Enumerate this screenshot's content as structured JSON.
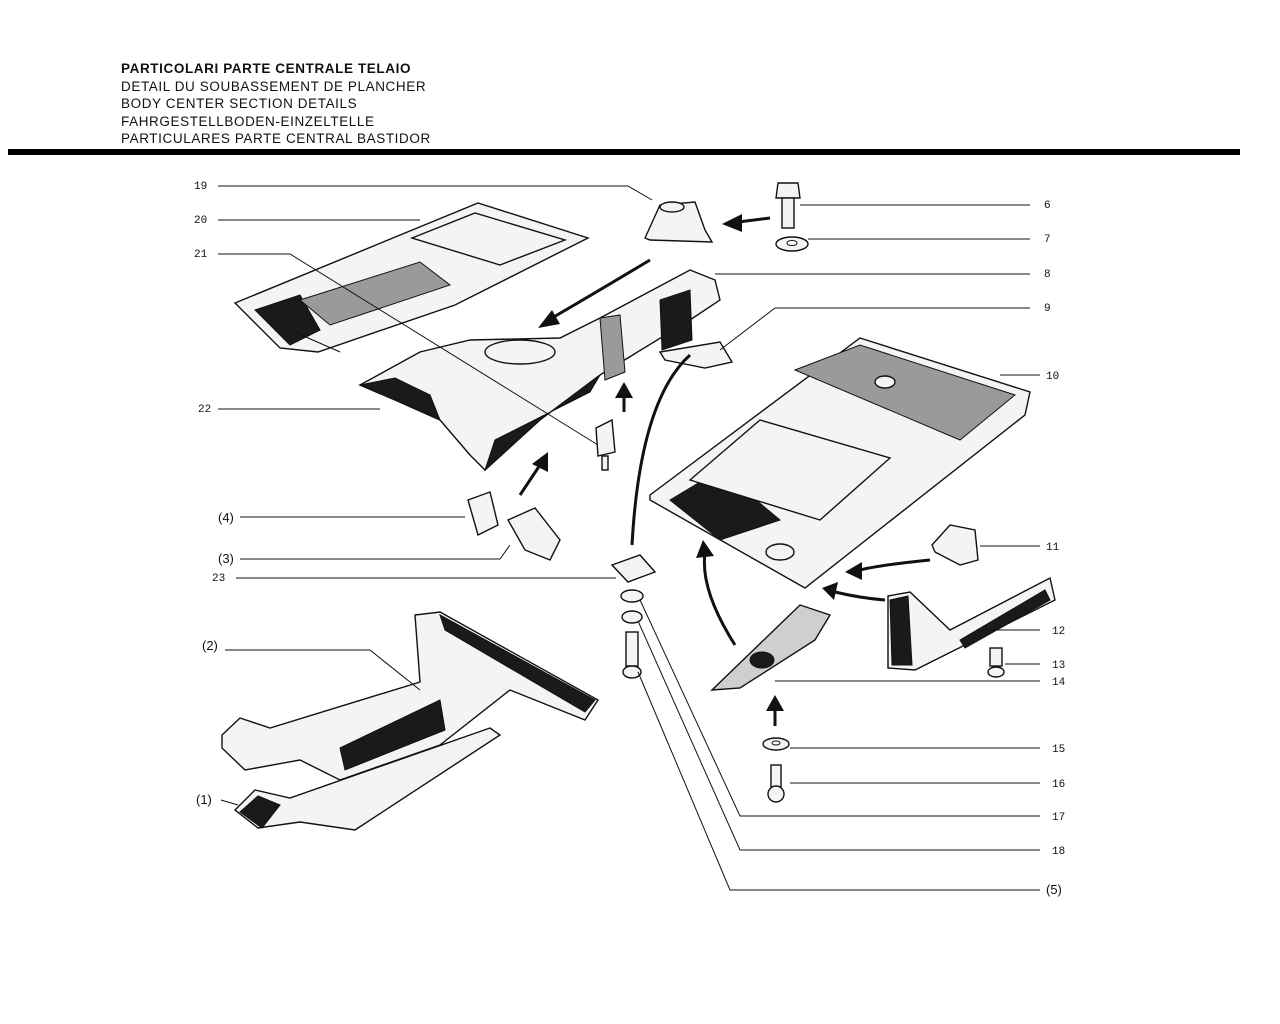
{
  "title": {
    "line_it": "PARTICOLARI PARTE CENTRALE TELAIO",
    "line_fr": "DETAIL DU SOUBASSEMENT DE PLANCHER",
    "line_en": "BODY CENTER SECTION DETAILS",
    "line_de": "FAHRGESTELLBODEN-EINZELTELLE",
    "line_es": "PARTICULARES PARTE CENTRAL BASTIDOR"
  },
  "callouts": {
    "c19": "19",
    "c20": "20",
    "c21": "21",
    "c22": "22",
    "c4": "(4)",
    "c3": "(3)",
    "c23": "23",
    "c2": "(2)",
    "c1": "(1)",
    "c6": "6",
    "c7": "7",
    "c8": "8",
    "c9": "9",
    "c10": "10",
    "c11": "11",
    "c12": "12",
    "c13": "13",
    "c14": "14",
    "c15": "15",
    "c16": "16",
    "c17": "17",
    "c18": "18",
    "c5": "(5)"
  }
}
